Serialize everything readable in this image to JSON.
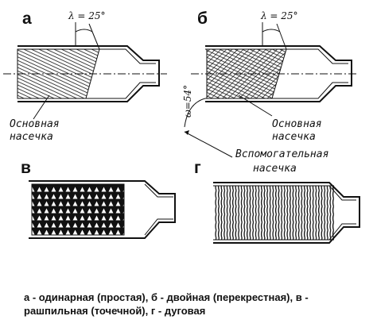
{
  "panels": {
    "a": {
      "letter": "а",
      "angle_label": "λ = 25°",
      "label_line1": "Основная",
      "label_line2": "насечка"
    },
    "b": {
      "letter": "б",
      "angle_label": "λ = 25°",
      "h_label": "ω=54°",
      "label_line1": "Основная",
      "label_line2": "насечка",
      "label_line3": "Вспомогательная",
      "label_line4": "насечка"
    },
    "v": {
      "letter": "в"
    },
    "g": {
      "letter": "г"
    }
  },
  "caption": "а - одинарная (простая), б - двойная (перекрестная), в - рашпильная (точечной), г - дуговая"
}
